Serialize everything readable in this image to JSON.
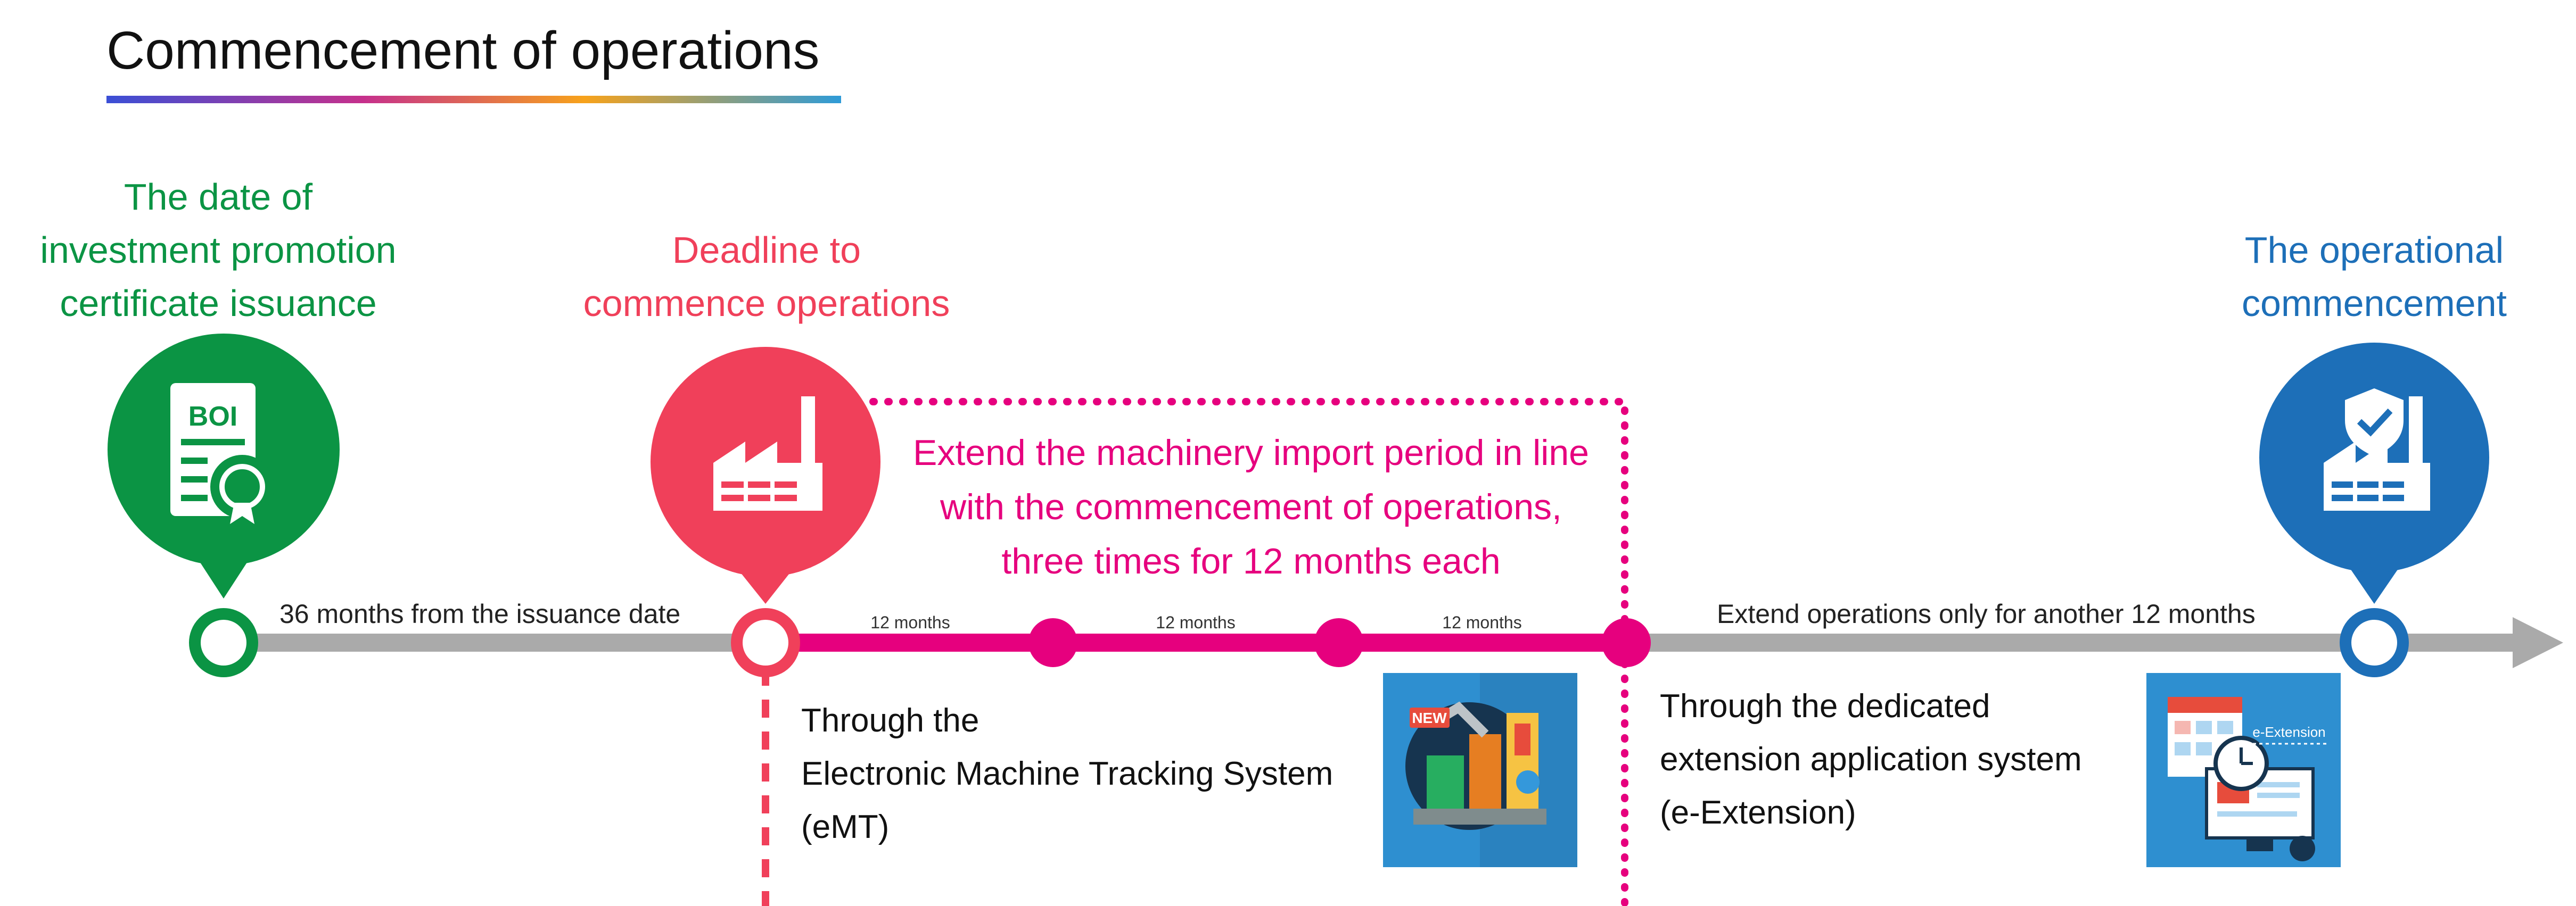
{
  "title": "Commencement of operations",
  "milestones": {
    "issuance": {
      "label_lines": [
        "The date of",
        "investment promotion",
        "certificate issuance"
      ],
      "badge_text": "BOI",
      "icon": "certificate-document-icon"
    },
    "deadline": {
      "label_lines": [
        "Deadline to",
        "commence operations"
      ],
      "icon": "factory-icon"
    },
    "commencement": {
      "label_lines": [
        "The operational",
        "commencement"
      ],
      "icon": "factory-shield-check-icon"
    }
  },
  "segments": {
    "issuance_to_deadline": "36 months from the issuance date",
    "extension_periods": [
      "12 months",
      "12 months",
      "12 months"
    ],
    "final_extension": "Extend operations only for another 12 months"
  },
  "machinery_box": {
    "lines": [
      "Extend the machinery import period in line",
      "with the commencement of operations,",
      "three times for 12 months each"
    ]
  },
  "systems": {
    "emt": {
      "lines": [
        "Through the",
        "Electronic Machine Tracking System",
        "(eMT)"
      ],
      "image_badge": "NEW",
      "icon": "robot-machinery-icon"
    },
    "extension": {
      "lines": [
        "Through the dedicated",
        "extension application system",
        "(e-Extension)"
      ],
      "image_label": "e-Extension",
      "icon": "calendar-clock-monitor-icon"
    }
  },
  "colors": {
    "green": "#0b9444",
    "red": "#f0405a",
    "magenta": "#e6007e",
    "blue": "#1d6fb8",
    "gray": "#aaaaaa",
    "tile_blue": "#2e8fd0"
  }
}
